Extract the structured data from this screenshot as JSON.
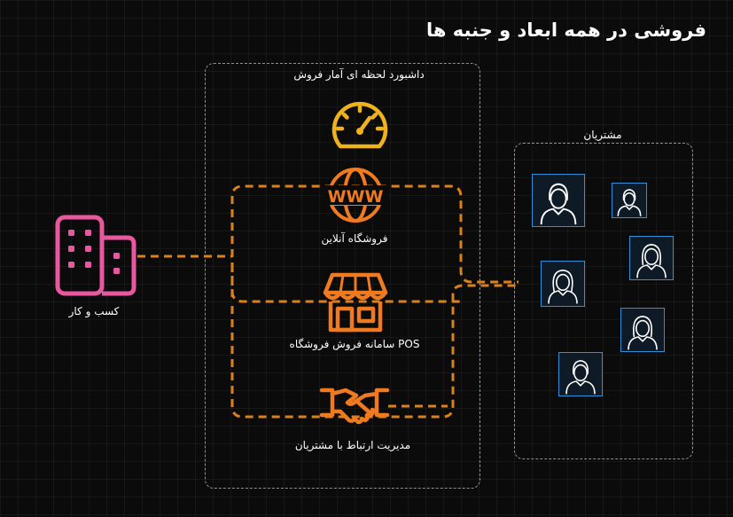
{
  "title": "فروشی در همه ابعاد و جنبه ها",
  "panels": {
    "system": {
      "label": "داشبورد لحظه ای آمار فروش"
    },
    "customers": {
      "label": "مشتریان"
    }
  },
  "nodes": {
    "business": {
      "label": "کسب و کار",
      "icon": "building-icon"
    },
    "dashboard": {
      "icon": "speedometer-icon"
    },
    "online_store": {
      "label": "فروشگاه آنلاین",
      "icon": "www-globe-icon",
      "icon_text": "WWW"
    },
    "pos": {
      "label": "POS سامانه فروش فروشگاه",
      "icon": "storefront-icon"
    },
    "crm": {
      "label": "مدیریت ارتباط با مشتریان",
      "icon": "handshake-icon"
    }
  },
  "colors": {
    "background": "#0b0b0b",
    "business": "#e8589f",
    "dashboard": "#f0b21c",
    "channels": "#f07a20",
    "connectors": "#d9811c",
    "customers": "#2f8fd8"
  }
}
